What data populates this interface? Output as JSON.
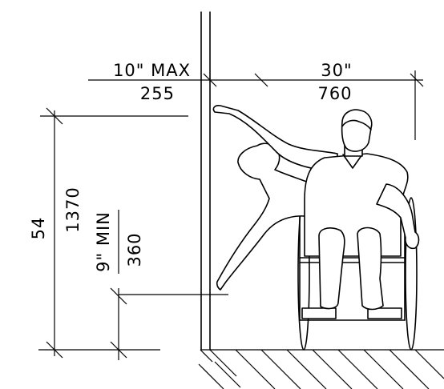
{
  "labels": {
    "max_reach_in": "10\" MAX",
    "max_reach_mm": "255",
    "clear_width_in": "30\"",
    "clear_width_mm": "760",
    "high_reach_in": "54",
    "high_reach_mm": "1370",
    "low_reach_in": "9\" MIN",
    "low_reach_mm": "360"
  },
  "colors": {
    "ink": "#000000",
    "background": "#ffffff"
  }
}
